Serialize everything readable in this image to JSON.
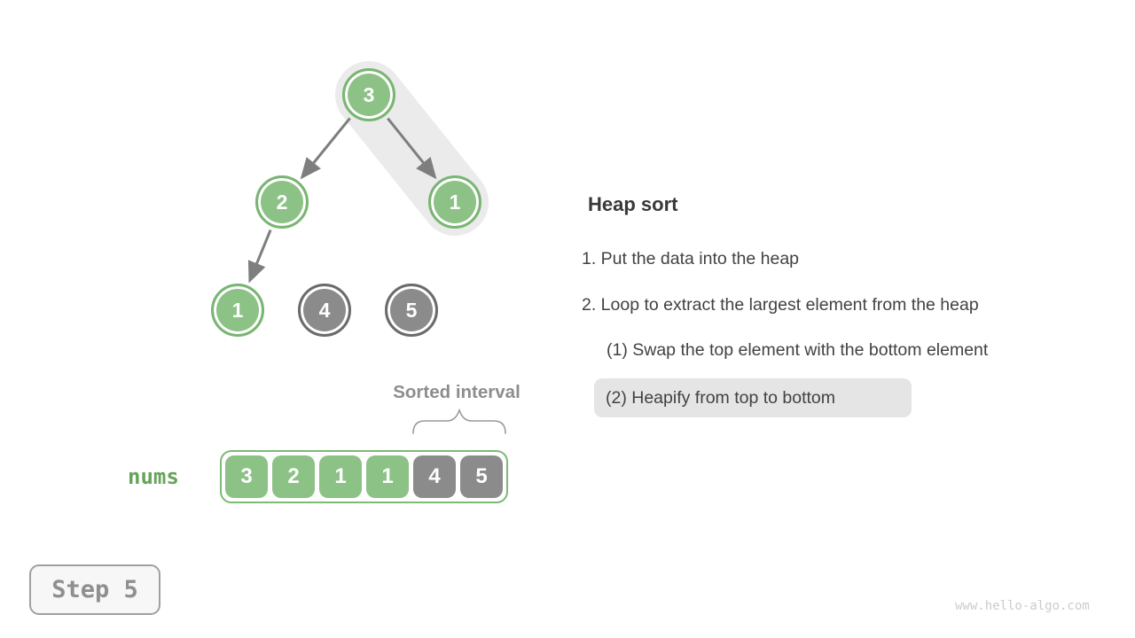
{
  "colors": {
    "heap_green": "#8CC285",
    "heap_green_border": "#79B573",
    "sorted_gray": "#8B8B8B",
    "sorted_gray_border": "#6B6B6B",
    "swap_highlight_gray": "#EBEBEB",
    "step_highlight_gray": "#E5E5E5",
    "arrow_gray": "#7E7E7E",
    "accent_green_text": "#67A35A"
  },
  "tree": {
    "nodes": [
      {
        "value": "3",
        "state": "heap",
        "role": "root"
      },
      {
        "value": "2",
        "state": "heap",
        "role": "left-child"
      },
      {
        "value": "1",
        "state": "heap",
        "role": "right-child"
      },
      {
        "value": "1",
        "state": "heap",
        "role": "left-leaf"
      },
      {
        "value": "4",
        "state": "sorted",
        "role": "middle-leaf"
      },
      {
        "value": "5",
        "state": "sorted",
        "role": "right-leaf"
      }
    ],
    "edges": [
      "root->left-child",
      "root->right-child",
      "left-child->left-leaf"
    ],
    "swap_highlight": "root-to-right-child"
  },
  "explanation": {
    "title": "Heap sort",
    "steps": [
      {
        "text": "1. Put the data into the heap",
        "highlighted": false
      },
      {
        "text": "2. Loop to extract the largest element from the heap",
        "highlighted": false
      },
      {
        "text": "(1) Swap the top element with the bottom element",
        "highlighted": false
      },
      {
        "text": "(2) Heapify from top to bottom",
        "highlighted": true
      }
    ]
  },
  "array": {
    "label": "nums",
    "sorted_interval_label": "Sorted interval",
    "cells": [
      {
        "value": "3",
        "state": "heap"
      },
      {
        "value": "2",
        "state": "heap"
      },
      {
        "value": "1",
        "state": "heap"
      },
      {
        "value": "1",
        "state": "heap"
      },
      {
        "value": "4",
        "state": "sorted"
      },
      {
        "value": "5",
        "state": "sorted"
      }
    ]
  },
  "footer": {
    "step_label": "Step 5",
    "watermark": "www.hello-algo.com"
  }
}
